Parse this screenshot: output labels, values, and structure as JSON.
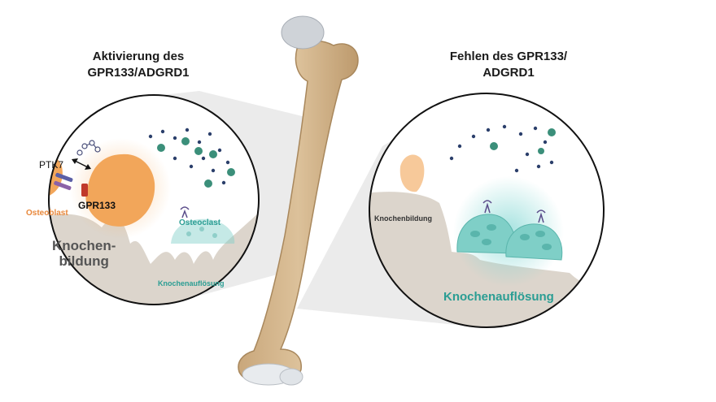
{
  "left_panel": {
    "title_line1": "Aktivierung des",
    "title_line2": "GPR133/ADGRD1",
    "ptk7": "PTK7",
    "gpr133": "GPR133",
    "osteoblast": "Osteoblast",
    "osteoclast": "Osteoclast",
    "knochen_line1": "Knochen-",
    "knochen_line2": "bildung",
    "resorption": "Knochenauflösung"
  },
  "right_panel": {
    "title_line1": "Fehlen des GPR133/",
    "title_line2": "ADGRD1",
    "knochenbildung": "Knochenbildung",
    "resorption": "Knochenauflösung"
  },
  "colors": {
    "osteoblast": "#f2a65a",
    "osteoclast": "#7fcfc7",
    "bone": "#d8c3a0",
    "bone_matrix": "#dcd5cc",
    "label_orange": "#e8873a",
    "label_teal": "#2a9d93"
  }
}
